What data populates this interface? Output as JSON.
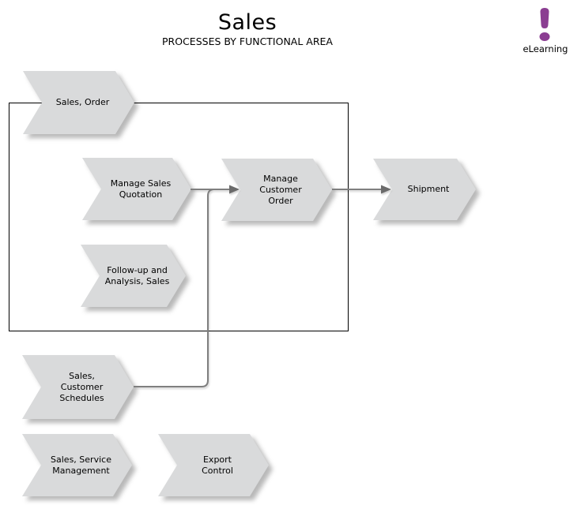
{
  "header": {
    "title": "Sales",
    "subtitle": "PROCESSES BY FUNCTIONAL AREA"
  },
  "logo": {
    "label": "eLearning"
  },
  "colors": {
    "background": "#FFFFFF",
    "shape_fill": "#D9DADB",
    "connector": "#7F7F7F",
    "arrowhead": "#6B6B6B",
    "container_border": "#000000",
    "logo_purple": "#8B3E92",
    "text": "#000000"
  },
  "shapes": [
    {
      "id": "sales-order",
      "label": "Sales, Order"
    },
    {
      "id": "manage-sales-quotation",
      "label": "Manage Sales\nQuotation"
    },
    {
      "id": "manage-customer-order",
      "label": "Manage\nCustomer\nOrder"
    },
    {
      "id": "shipment",
      "label": "Shipment"
    },
    {
      "id": "follow-up-analysis-sales",
      "label": "Follow-up and\nAnalysis, Sales"
    },
    {
      "id": "sales-customer-schedules",
      "label": "Sales,\nCustomer\nSchedules"
    },
    {
      "id": "sales-service-management",
      "label": "Sales, Service\nManagement"
    },
    {
      "id": "export-control",
      "label": "Export\nControl"
    }
  ],
  "connections": [
    {
      "from": "manage-sales-quotation",
      "to": "manage-customer-order",
      "type": "arrow"
    },
    {
      "from": "manage-customer-order",
      "to": "shipment",
      "type": "arrow"
    },
    {
      "from": "sales-customer-schedules",
      "to": "manage-customer-order",
      "type": "elbow-merge"
    }
  ]
}
